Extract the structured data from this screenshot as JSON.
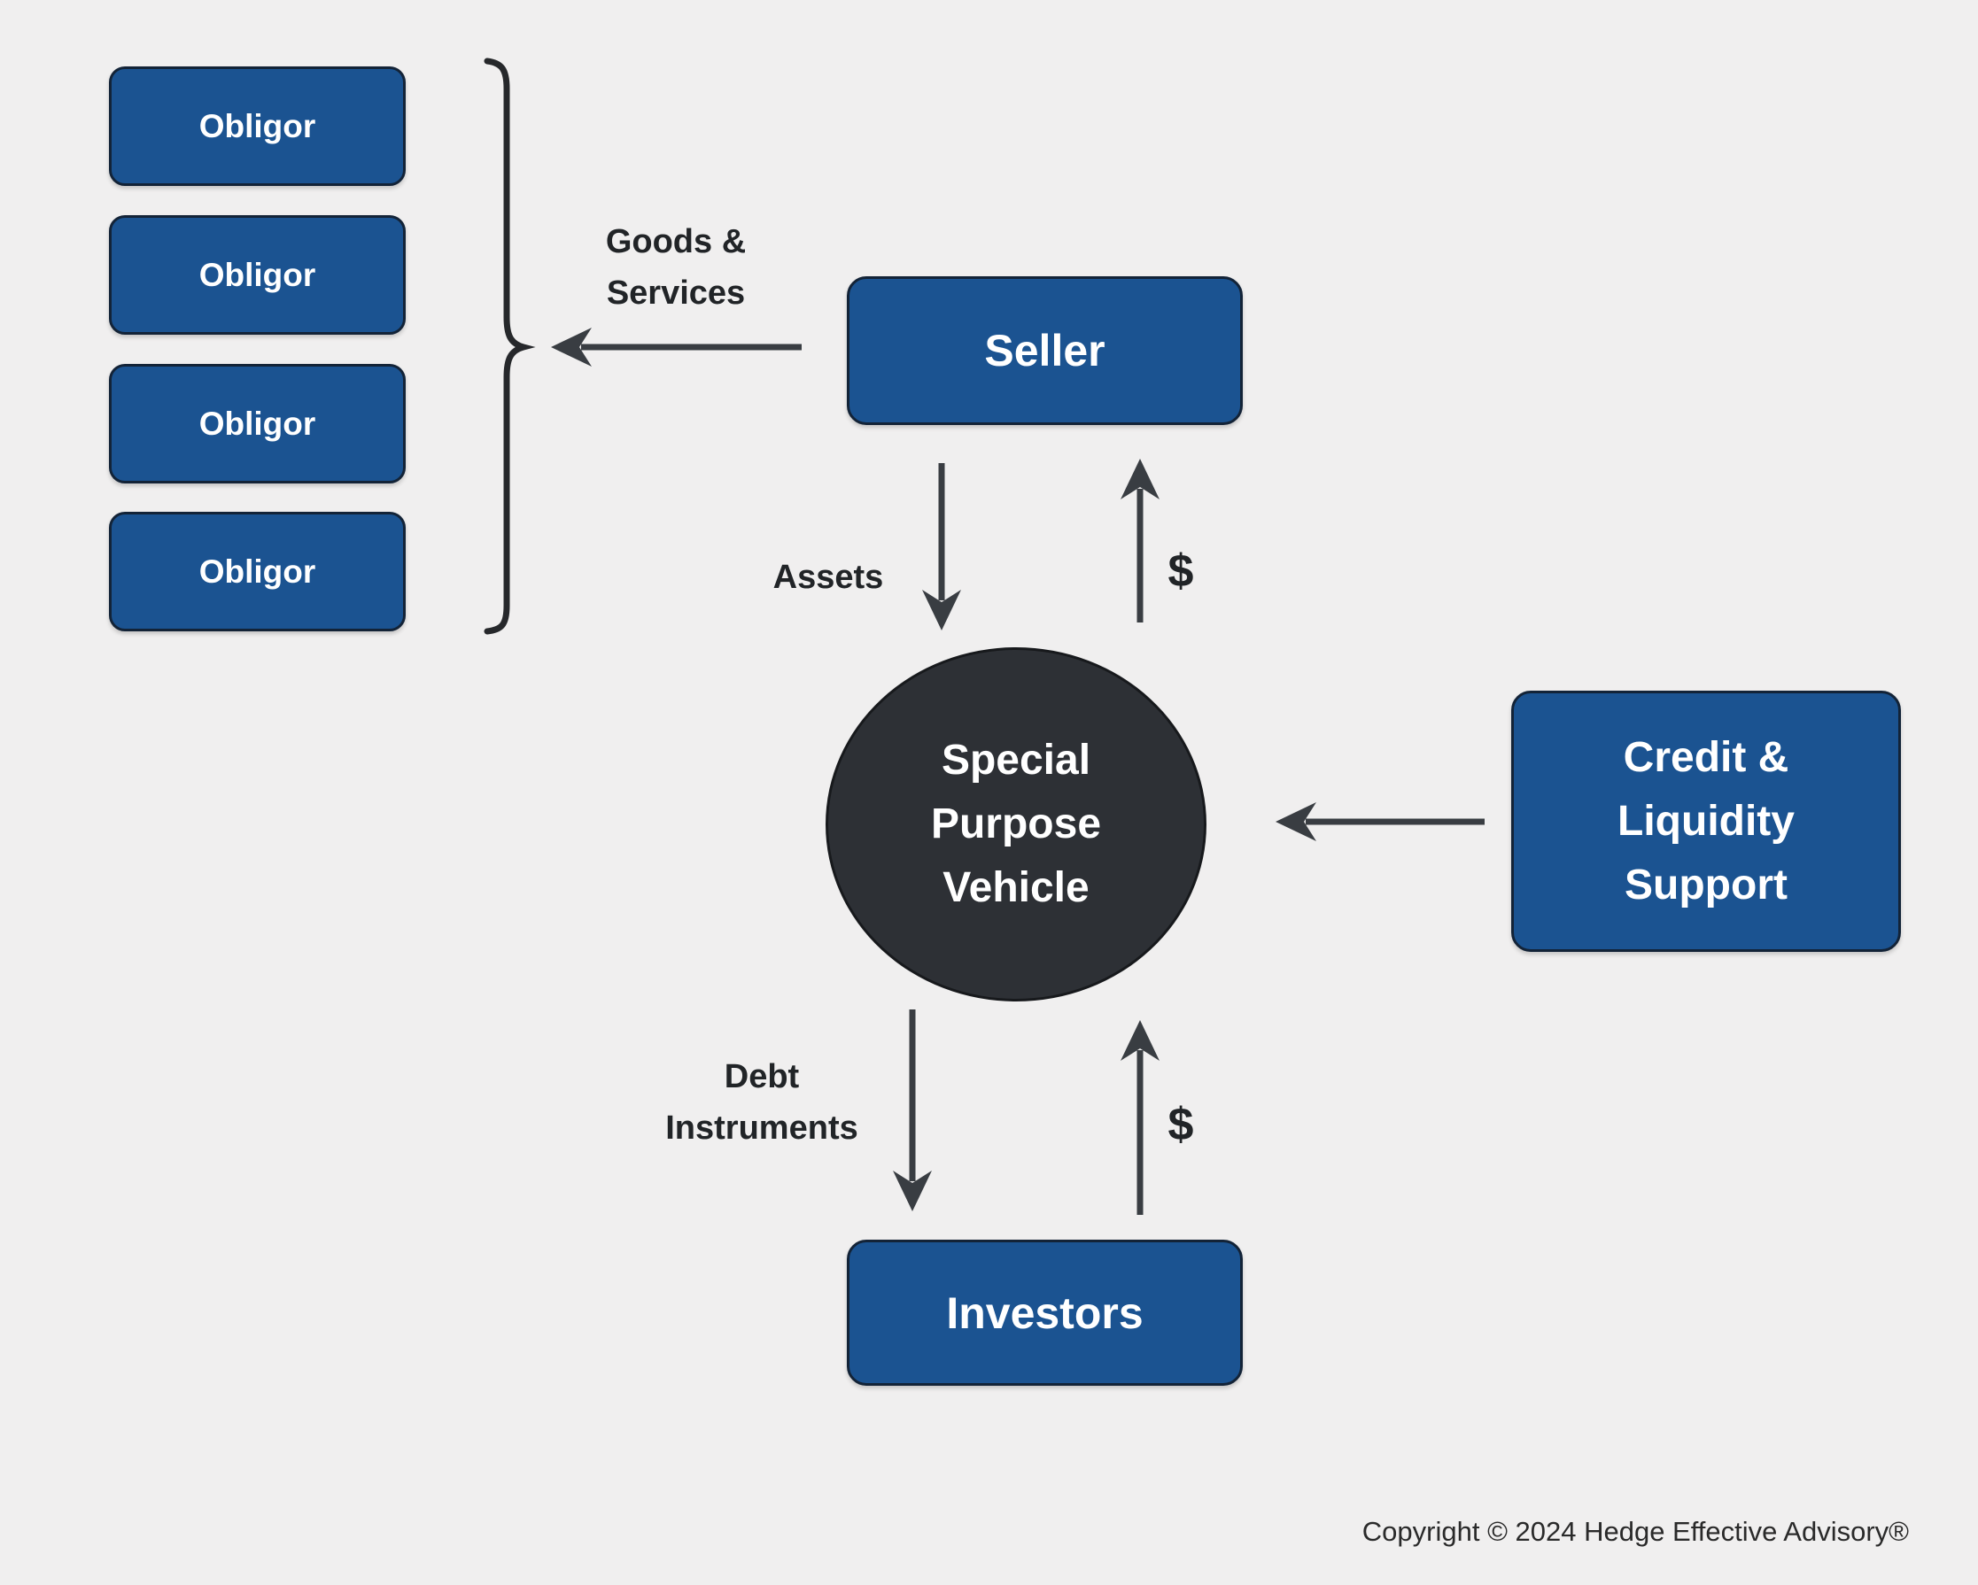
{
  "colors": {
    "background": "#F0EFEF",
    "node_fill": "#1B5391",
    "node_border": "#132337",
    "node_text": "#FFFFFF",
    "spv_fill": "#2D3035",
    "spv_border": "#17191C",
    "arrow": "#393D42",
    "brace": "#26282B",
    "label": "#212427",
    "footer_text": "#2A2A2A"
  },
  "nodes": {
    "obligors": [
      "Obligor",
      "Obligor",
      "Obligor",
      "Obligor"
    ],
    "seller": "Seller",
    "spv_lines": [
      "Special",
      "Purpose",
      "Vehicle"
    ],
    "credit_liquidity_lines": [
      "Credit &",
      "Liquidity",
      "Support"
    ],
    "investors": "Investors"
  },
  "edges": {
    "goods_services_lines": [
      "Goods &",
      "Services"
    ],
    "assets": "Assets",
    "dollar_seller": "$",
    "debt_instruments_lines": [
      "Debt",
      "Instruments"
    ],
    "dollar_investors": "$"
  },
  "footer": {
    "copyright": "Copyright © 2024 Hedge Effective Advisory®"
  }
}
